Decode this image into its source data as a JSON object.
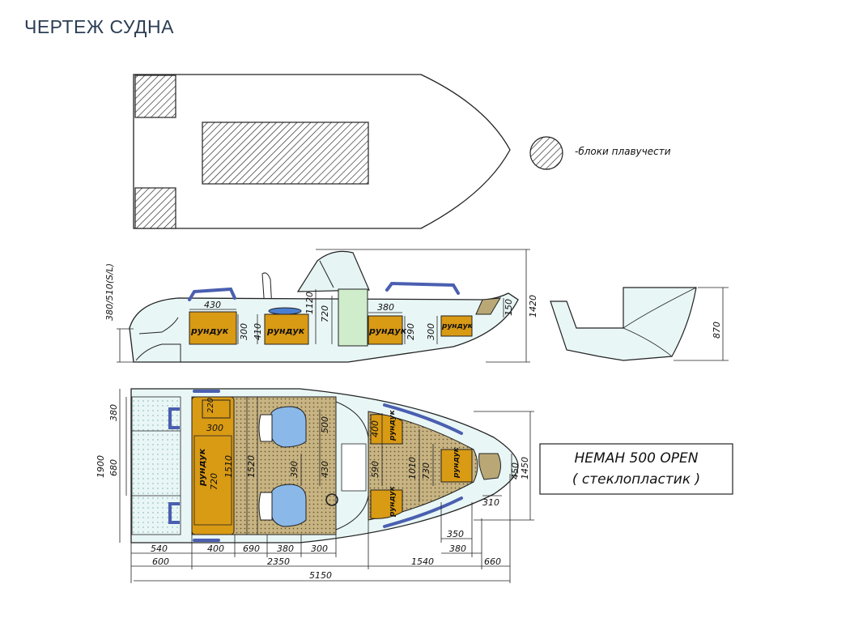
{
  "page": {
    "title": "ЧЕРТЕЖ СУДНА"
  },
  "colors": {
    "hull_fill": "#e9f6f6",
    "locker_fill": "#d99a14",
    "deck_fill": "#c9b78a",
    "seat_fill": "#8ab8e8",
    "console_fill": "#cfeccb",
    "outline": "#222222"
  },
  "top_view": {
    "legend_label": "-блоки плавучести"
  },
  "side_view": {
    "labels": {
      "locker": "рундук",
      "height_left": "380/510(S/L)"
    },
    "dims": {
      "d430": "430",
      "d300a": "300",
      "d410": "410",
      "d1120": "1120",
      "d720": "720",
      "d380": "380",
      "d290": "290",
      "d300b": "300",
      "d150": "150",
      "d1420": "1420",
      "d870": "870"
    }
  },
  "plan_view": {
    "labels": {
      "locker": "рундук"
    },
    "dims": {
      "d380": "380",
      "d1900": "1900",
      "d680": "680",
      "d220": "220",
      "d300": "300",
      "d720": "720",
      "d1510": "1510",
      "d1520": "1520",
      "d390": "390",
      "d500": "500",
      "d430": "430",
      "d400": "400",
      "d590": "590",
      "d1010": "1010",
      "d730": "730",
      "d450": "450",
      "d1450": "1450",
      "d310": "310",
      "d350": "350",
      "d380b": "380",
      "b540": "540",
      "b600": "600",
      "b400": "400",
      "b690": "690",
      "b380": "380",
      "b300": "300",
      "b2350": "2350",
      "b1540": "1540",
      "b660": "660",
      "b5150": "5150"
    }
  },
  "model": {
    "name": "НЕМАН 500 OPEN",
    "material": "( стеклопластик )"
  }
}
